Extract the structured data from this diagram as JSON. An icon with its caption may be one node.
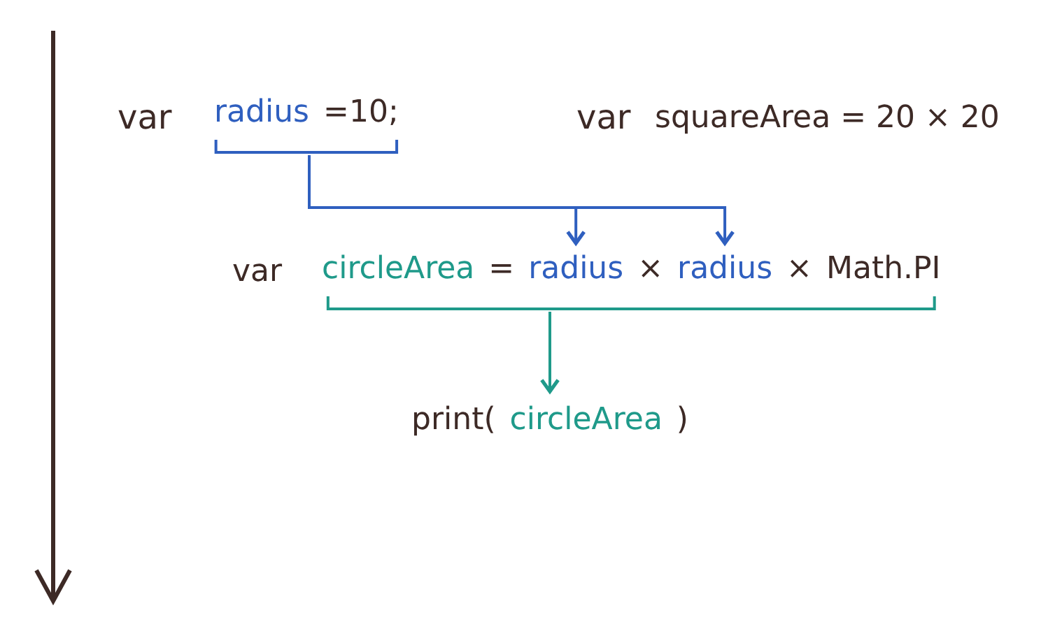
{
  "diagram": {
    "nodes": [
      {
        "text": [
          "radius",
          "=10;"
        ]
      },
      {
        "text": [
          "circleArea",
          "=",
          "×",
          "×",
          "Math.PI"
        ]
      },
      {
        "text": [
          "radius"
        ],
        "in": 1
      },
      {
        "text": [
          "radius"
        ],
        "in": 1
      },
      {
        "text": [
          "print(",
          "circleArea",
          ")"
        ]
      }
    ],
    "edges": [
      {
        "from": 0,
        "to": 2,
        "arrow": "to"
      },
      {
        "from": 0,
        "to": 3,
        "arrow": "to"
      },
      {
        "from": 1,
        "to": 4,
        "arrow": "to",
        "color": "#1f9a8a"
      }
    ],
    "labels": [
      "var",
      "var",
      "squareArea = 20 × 20",
      "var"
    ]
  }
}
